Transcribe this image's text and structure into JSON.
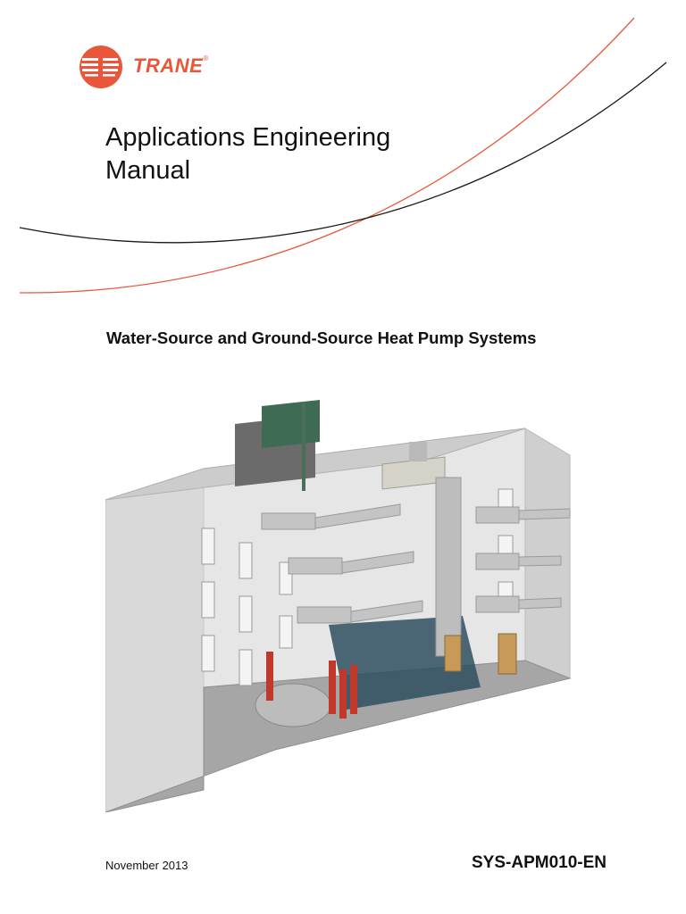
{
  "brand": {
    "name": "TRANE",
    "trademark": "®",
    "color": "#e8573a"
  },
  "cover": {
    "title_line1": "Applications Engineering",
    "title_line2": "Manual",
    "subtitle": "Water-Source and Ground-Source Heat Pump Systems",
    "date": "November 2013",
    "document_number": "SYS-APM010-EN"
  },
  "colors": {
    "swoosh_orange": "#e8573a",
    "swoosh_black": "#1a1a1a"
  }
}
